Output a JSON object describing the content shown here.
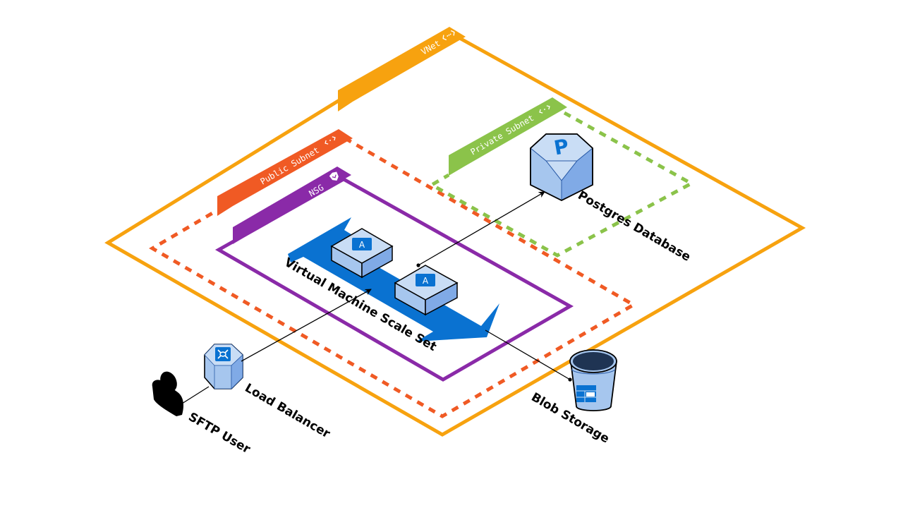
{
  "diagram": {
    "title": "SFTP on Azure architecture",
    "colors": {
      "vnet": "#f7a20f",
      "public_subnet": "#f05a24",
      "private_subnet": "#8bc34a",
      "nsg": "#8a2aa8",
      "vmss_arrow": "#0a72d1",
      "icon_face_light": "#c9ddf5",
      "icon_face_mid": "#a6c6ee",
      "icon_face_dark": "#80aae6",
      "icon_badge": "#0a72d1",
      "bucket_dark": "#1f3453",
      "text": "#000000"
    },
    "containers": {
      "vnet": {
        "label": "VNet",
        "icon": "vnet-icon"
      },
      "public_subnet": {
        "label": "Public Subnet",
        "icon": "subnet-icon"
      },
      "private_subnet": {
        "label": "Private Subnet",
        "icon": "subnet-icon"
      },
      "nsg": {
        "label": "NSG",
        "icon": "shield-icon"
      }
    },
    "nodes": {
      "sftp_user": {
        "label": "SFTP User",
        "icon": "user-icon"
      },
      "load_balancer": {
        "label": "Load Balancer",
        "icon": "load-balancer-icon"
      },
      "vmss": {
        "label": "Virtual Machine Scale Set",
        "icon": "scale-arrow-icon",
        "vm_badge": "A",
        "vm_count": 2
      },
      "postgres": {
        "label": "Postgres Database",
        "icon": "postgres-icon",
        "badge": "P"
      },
      "blob": {
        "label": "Blob Storage",
        "icon": "bucket-icon"
      }
    },
    "edges": [
      {
        "from": "SFTP User",
        "to": "Load Balancer"
      },
      {
        "from": "Load Balancer",
        "to": "Virtual Machine Scale Set"
      },
      {
        "from": "Virtual Machine Scale Set",
        "to": "Postgres Database"
      },
      {
        "from": "Virtual Machine Scale Set",
        "to": "Blob Storage"
      }
    ]
  }
}
